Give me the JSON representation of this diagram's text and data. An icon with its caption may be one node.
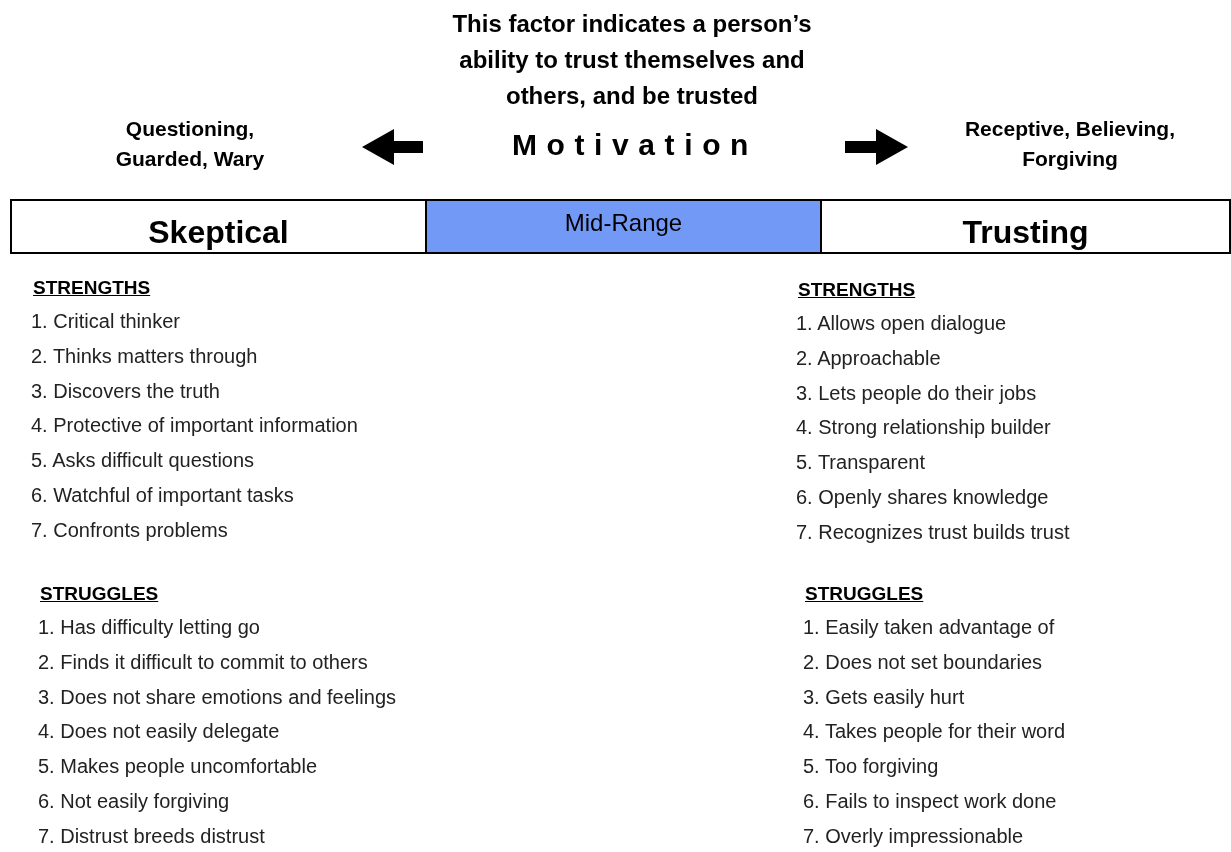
{
  "diagram": {
    "title": "This factor indicates a person’s ability to trust themselves and others, and be trusted",
    "nodes": [
      {
        "text": [
          "Skeptical"
        ]
      },
      {
        "text": [
          "Mid-Range"
        ]
      },
      {
        "text": [
          "Trusting"
        ]
      }
    ],
    "labels": [
      "Questioning, Guarded, Wary",
      "Motivation",
      "Receptive, Believing, Forgiving",
      "STRENGTHS",
      "1.  Critical thinker",
      "2. Thinks matters through",
      "3. Discovers the truth",
      "4. Protective of important information",
      "5. Asks difficult questions",
      "6. Watchful of important tasks",
      "7. Confronts problems",
      "STRUGGLES",
      "1. Has difficulty letting go",
      "2. Finds it difficult to commit to others",
      "3. Does not share emotions and feelings",
      "4. Does not easily delegate",
      "5. Makes people uncomfortable",
      "6. Not easily forgiving",
      "7. Distrust breeds distrust",
      "STRENGTHS",
      "1. Allows open dialogue",
      "2. Approachable",
      "3. Lets people do their jobs",
      "4. Strong relationship builder",
      "5. Transparent",
      "6. Openly shares knowledge",
      "7. Recognizes trust builds trust",
      "STRUGGLES",
      "1. Easily taken advantage of",
      "2. Does not set boundaries",
      "3. Gets easily hurt",
      "4. Takes people for their word",
      "5. Too forgiving",
      "6. Fails to inspect work done",
      "7. Overly impressionable"
    ]
  }
}
